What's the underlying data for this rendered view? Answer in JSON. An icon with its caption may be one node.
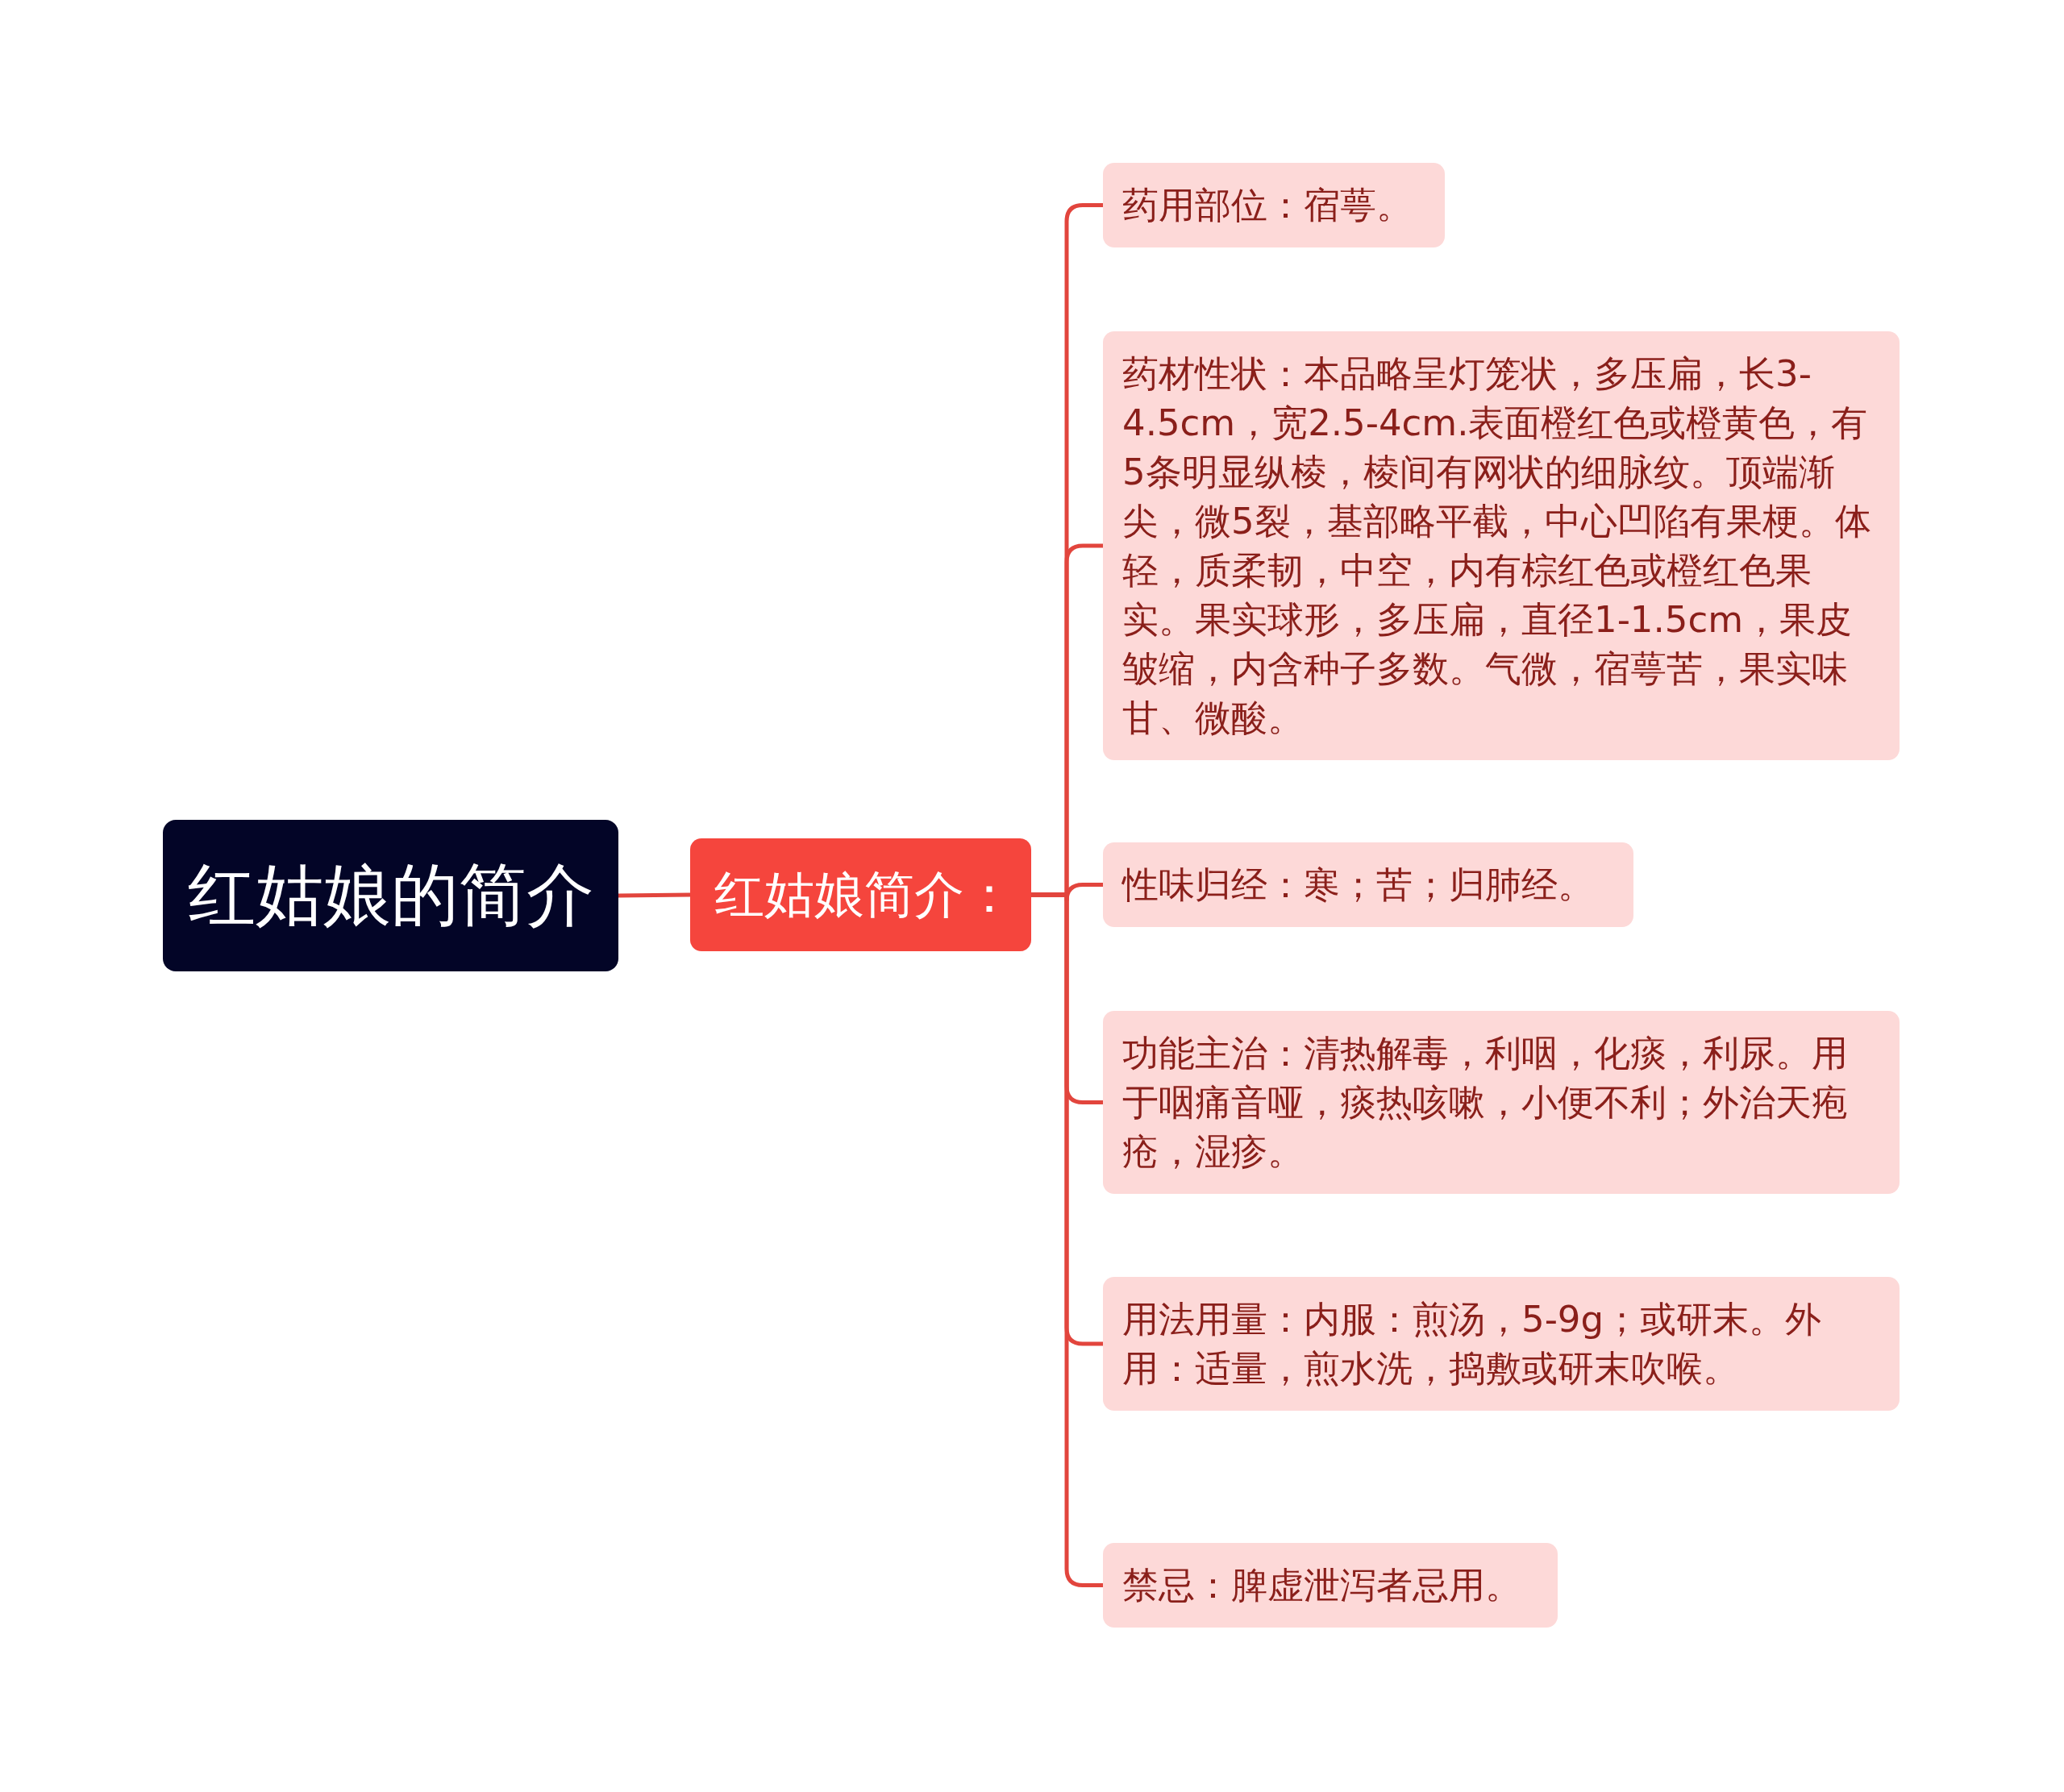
{
  "diagram": {
    "nodes": [
      {
        "text": [
          "红姑娘的简介"
        ]
      },
      {
        "text": [
          "红姑娘简介："
        ]
      },
      {
        "text": [
          "药用部位：宿萼。"
        ]
      },
      {
        "text": [
          "药材性状：本品略呈灯笼状，多压扁，长3-4.5cm，宽2.5-4cm.表面橙红色或橙黄色，有5条明显纵棱，棱间有网状的细脉纹。顶端渐尖，微5裂，基部略平截，中心凹陷有果梗。体轻，质柔韧，中空，内有棕红色或橙红色果实。果实球形，多压扁，直径1-1.5cm，果皮皱缩，内含种子多数。气微，宿萼苦，果实味甘、微酸。"
        ]
      },
      {
        "text": [
          "性味归经：寒；苦；归肺经。"
        ]
      },
      {
        "text": [
          "功能主治：清热解毒，利咽，化痰，利尿。用于咽痛音哑，痰热咳嗽，小便不利；外治天疱疮，湿疹。"
        ]
      },
      {
        "text": [
          "用法用量：内服：煎汤，5-9g；或研末。外用：适量，煎水洗，捣敷或研末吹喉。"
        ]
      },
      {
        "text": [
          "禁忌：脾虚泄泻者忌用。"
        ]
      }
    ],
    "edges": [
      {
        "from": 0,
        "to": 1,
        "arrow": "none"
      },
      {
        "from": 1,
        "to": 2,
        "arrow": "none"
      },
      {
        "from": 1,
        "to": 3,
        "arrow": "none"
      },
      {
        "from": 1,
        "to": 4,
        "arrow": "none"
      },
      {
        "from": 1,
        "to": 5,
        "arrow": "none"
      },
      {
        "from": 1,
        "to": 6,
        "arrow": "none"
      },
      {
        "from": 1,
        "to": 7,
        "arrow": "none"
      }
    ]
  }
}
